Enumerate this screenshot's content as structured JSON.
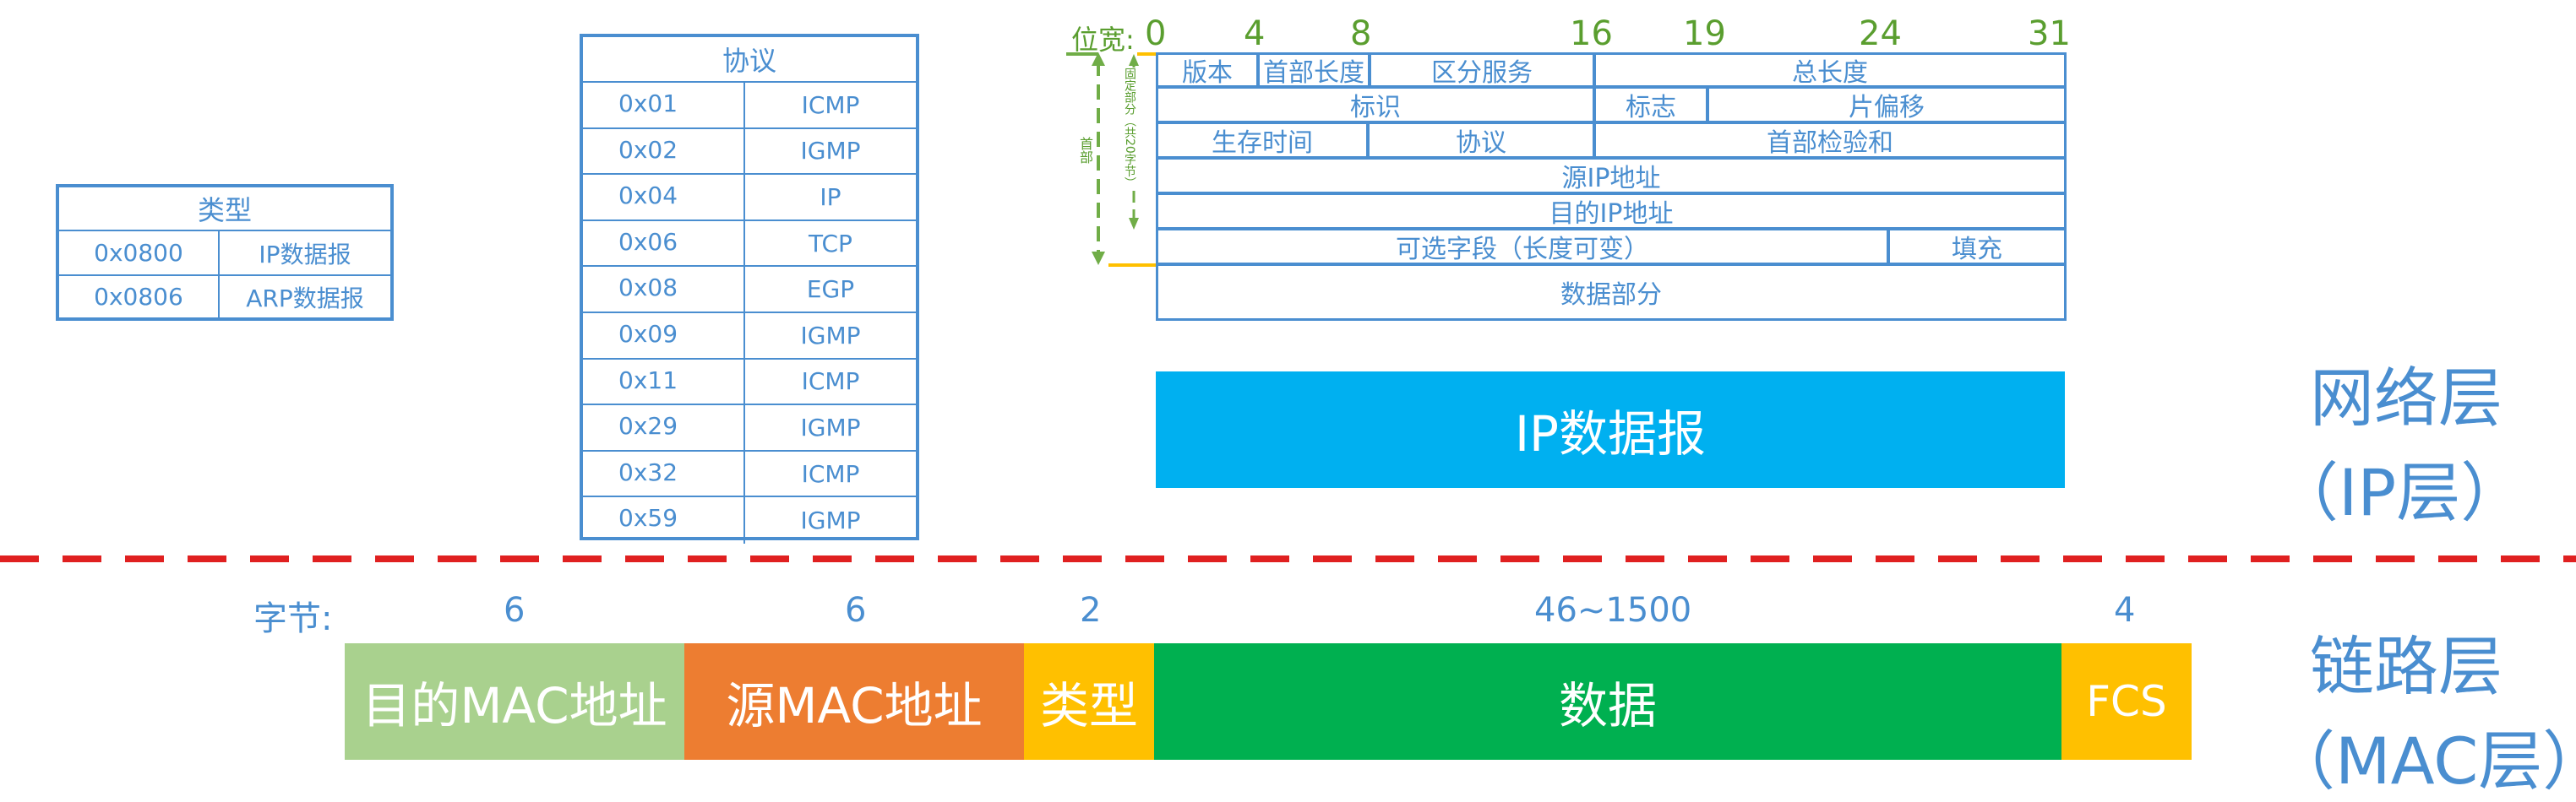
{
  "type_table": {
    "header": "类型",
    "rows": [
      {
        "code": "0x0800",
        "name": "IP数据报"
      },
      {
        "code": "0x0806",
        "name": "ARP数据报"
      }
    ]
  },
  "protocol_table": {
    "header": "协议",
    "rows": [
      {
        "code": "0x01",
        "name": "ICMP"
      },
      {
        "code": "0x02",
        "name": "IGMP"
      },
      {
        "code": "0x04",
        "name": "IP"
      },
      {
        "code": "0x06",
        "name": "TCP"
      },
      {
        "code": "0x08",
        "name": "EGP"
      },
      {
        "code": "0x09",
        "name": "IGMP"
      },
      {
        "code": "0x11",
        "name": "ICMP"
      },
      {
        "code": "0x29",
        "name": "IGMP"
      },
      {
        "code": "0x32",
        "name": "ICMP"
      },
      {
        "code": "0x59",
        "name": "IGMP"
      }
    ]
  },
  "ip_header": {
    "bit_label": "位宽:",
    "bits": [
      "0",
      "4",
      "8",
      "16",
      "19",
      "24",
      "31"
    ],
    "side_outer": "首部",
    "side_inner": "固定部分（共20字节）",
    "fields": {
      "version": "版本",
      "ihl": "首部长度",
      "dscp": "区分服务",
      "total_length": "总长度",
      "id": "标识",
      "flags": "标志",
      "frag_offset": "片偏移",
      "ttl": "生存时间",
      "protocol": "协议",
      "checksum": "首部检验和",
      "src": "源IP地址",
      "dst": "目的IP地址",
      "options": "可选字段（长度可变）",
      "padding": "填充",
      "data": "数据部分"
    }
  },
  "ip_datagram_label": "IP数据报",
  "network_layer": {
    "line1": "网络层",
    "line2": "（IP层）"
  },
  "link_layer": {
    "line1": "链路层",
    "line2": "（MAC层）"
  },
  "frame": {
    "bytes_label": "字节:",
    "segments": [
      {
        "label": "目的MAC地址",
        "bytes": "6",
        "color": "#a9d18e"
      },
      {
        "label": "源MAC地址",
        "bytes": "6",
        "color": "#ed7d31"
      },
      {
        "label": "类型",
        "bytes": "2",
        "color": "#ffc000"
      },
      {
        "label": "数据",
        "bytes": "46~1500",
        "color": "#00b050"
      },
      {
        "label": "FCS",
        "bytes": "4",
        "color": "#ffc000"
      }
    ]
  },
  "colors": {
    "line": "#4a8ed0",
    "bits": "#5a9e2f",
    "ip_block": "#00b0f0",
    "divider": "#e02020",
    "bracket_outer": "#70ad47",
    "bracket_inner": "#ffc000"
  }
}
